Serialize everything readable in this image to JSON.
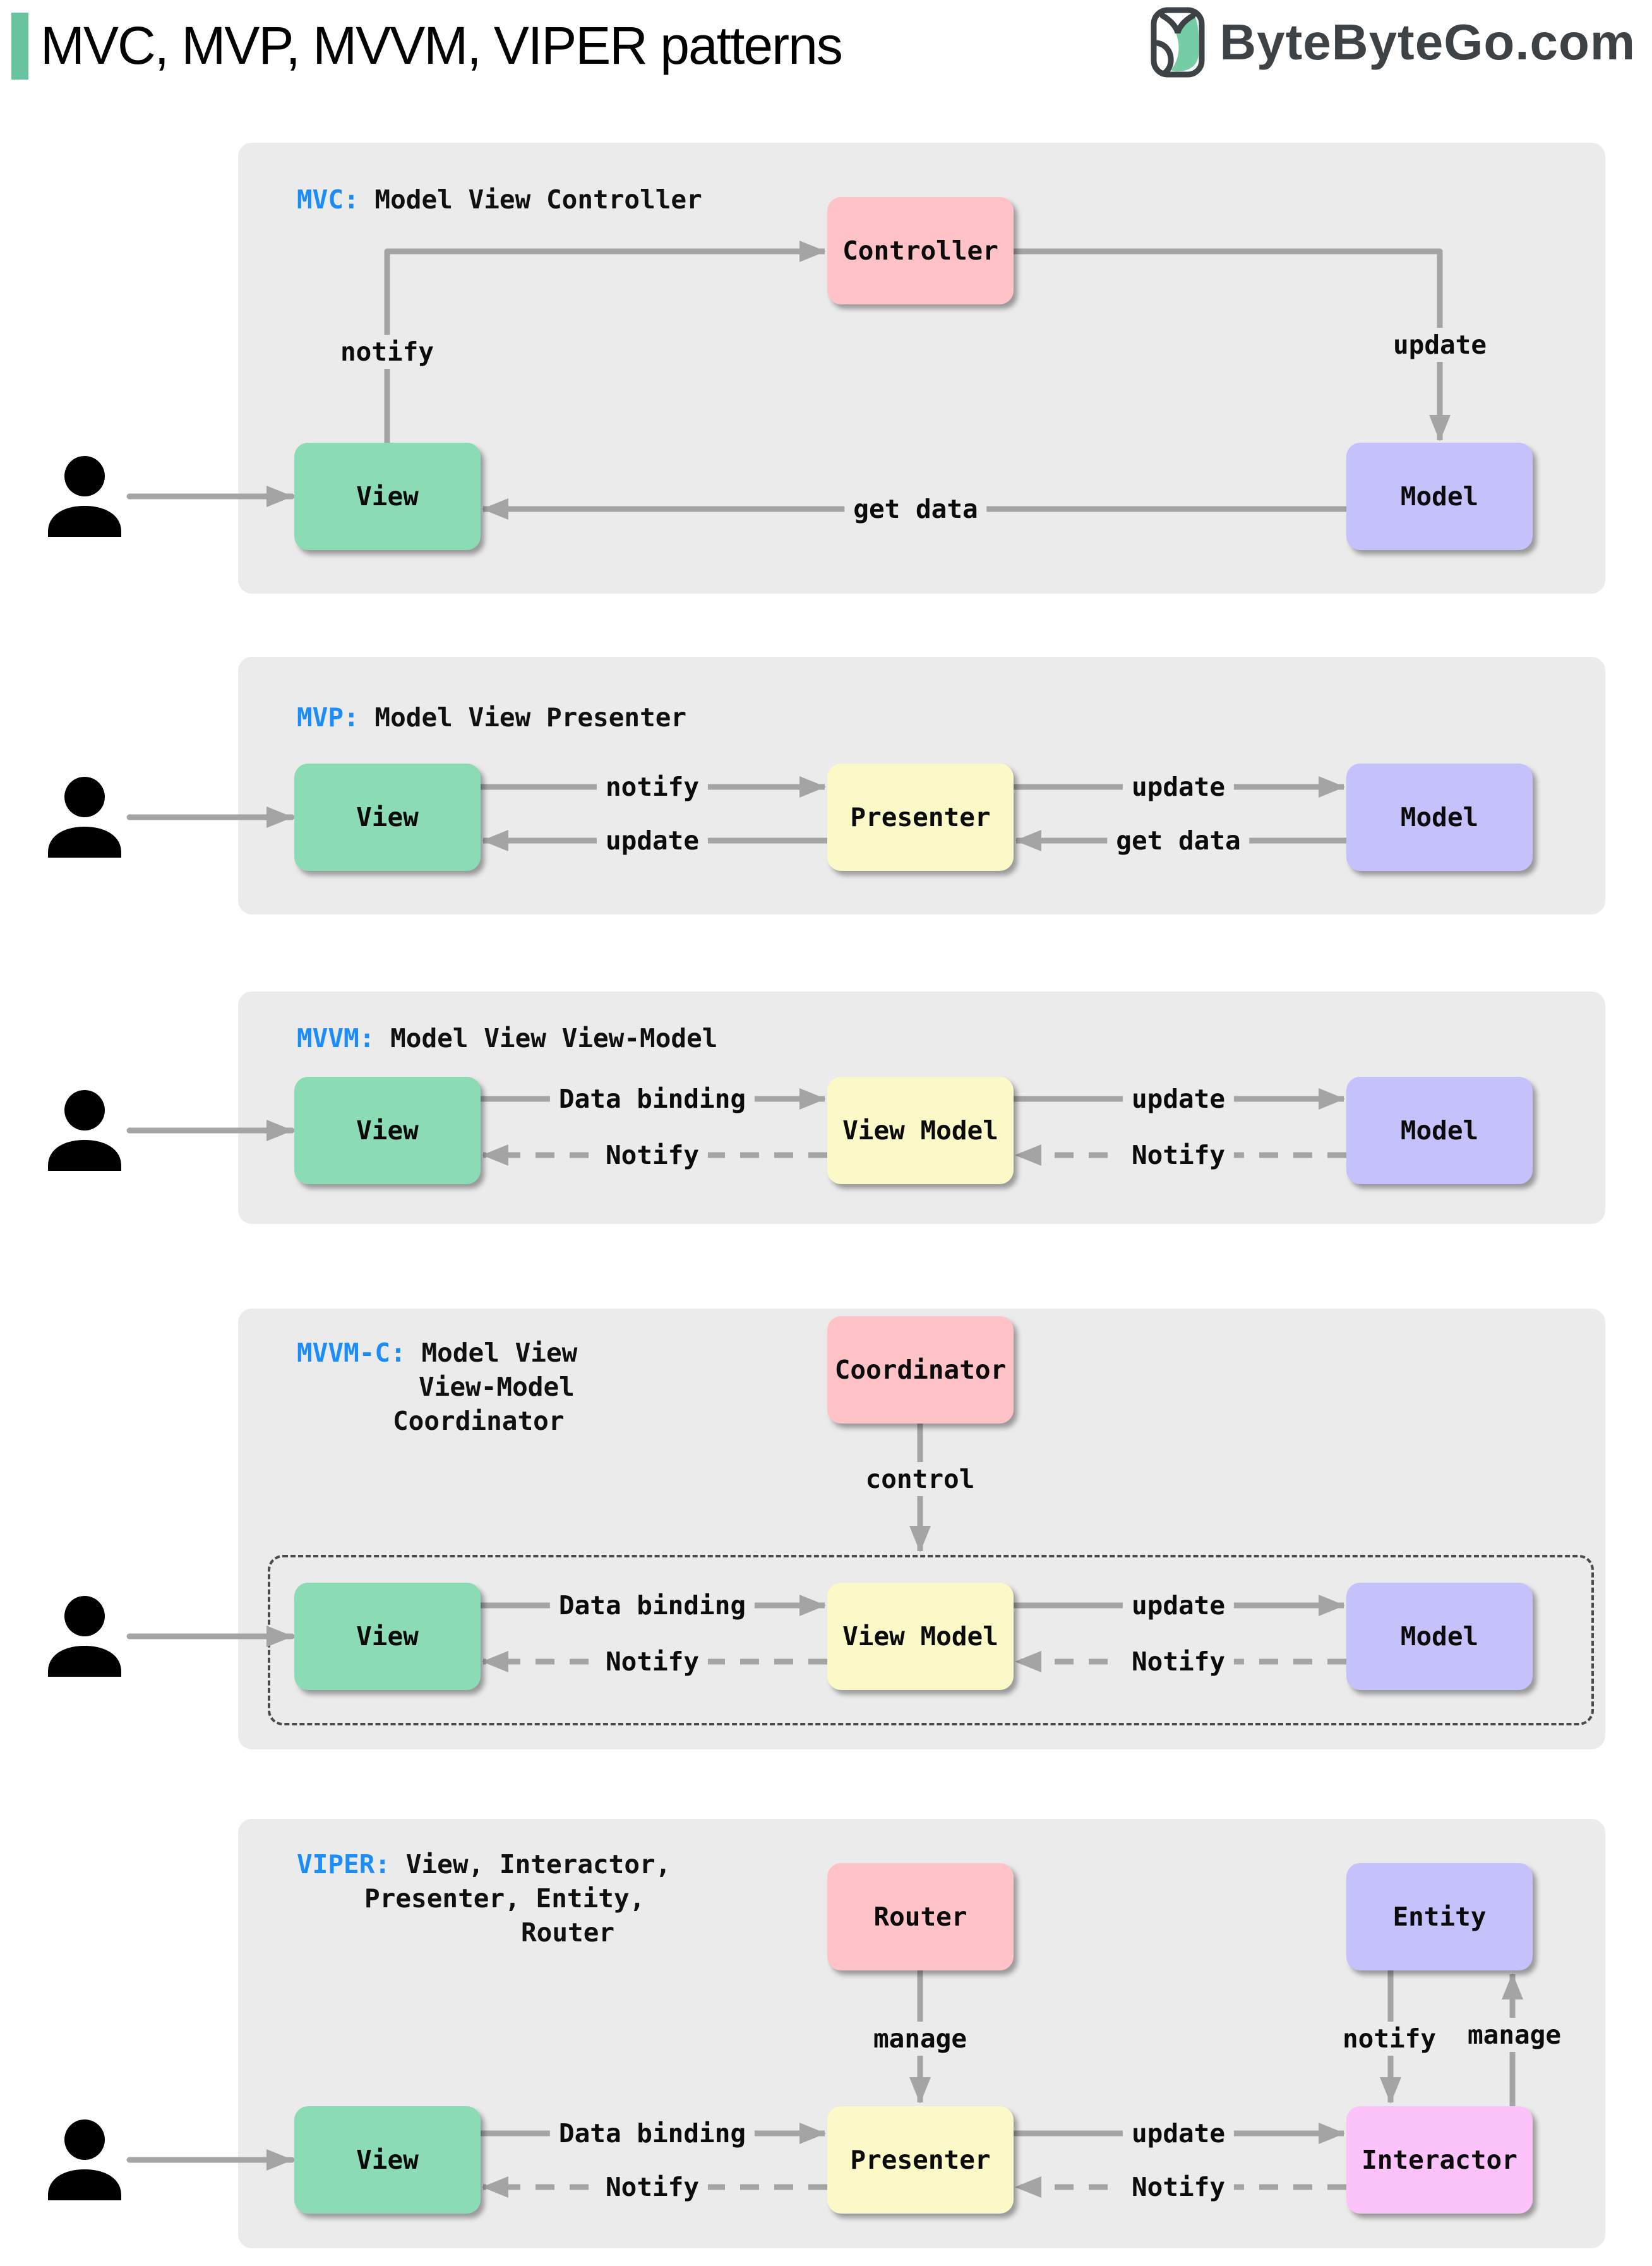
{
  "header": {
    "title": "MVC, MVP, MVVM, VIPER patterns",
    "brand": "ByteByteGo.com"
  },
  "colors": {
    "accent_green": "#68c49e",
    "abbr_blue": "#1b8cf8",
    "panel_gray": "#ebebeb",
    "arrow_gray": "#a4a4a4",
    "node_pink": "#ffc3c7",
    "node_green": "#8bdcb5",
    "node_purple": "#c4c1fb",
    "node_yellow": "#fbf9c8",
    "node_magenta": "#fcc3fa",
    "brand_dark": "#3d4247"
  },
  "sections": [
    {
      "abbr": "MVC:",
      "desc": " Model View Controller",
      "boxes": {
        "view": "View",
        "controller": "Controller",
        "model": "Model"
      },
      "labels": {
        "notify": "notify",
        "update": "update",
        "get_data": "get data"
      }
    },
    {
      "abbr": "MVP:",
      "desc": " Model View Presenter",
      "boxes": {
        "view": "View",
        "presenter": "Presenter",
        "model": "Model"
      },
      "labels": {
        "notify": "notify",
        "update_view": "update",
        "update_model": "update",
        "get_data": "get data"
      }
    },
    {
      "abbr": "MVVM:",
      "desc": " Model View View-Model",
      "boxes": {
        "view": "View",
        "view_model": "View Model",
        "model": "Model"
      },
      "labels": {
        "data_binding": "Data binding",
        "notify_view": "Notify",
        "update": "update",
        "notify_vm": "Notify"
      }
    },
    {
      "abbr": "MVVM-C:",
      "desc": " Model View",
      "desc_line2": "View-Model",
      "desc_line3": "Coordinator",
      "boxes": {
        "coordinator": "Coordinator",
        "view": "View",
        "view_model": "View Model",
        "model": "Model"
      },
      "labels": {
        "control": "control",
        "data_binding": "Data binding",
        "notify_view": "Notify",
        "update": "update",
        "notify_vm": "Notify"
      }
    },
    {
      "abbr": "VIPER:",
      "desc": " View, Interactor,",
      "desc_line2": "Presenter, Entity,",
      "desc_line3": "Router",
      "boxes": {
        "router": "Router",
        "entity": "Entity",
        "view": "View",
        "presenter": "Presenter",
        "interactor": "Interactor"
      },
      "labels": {
        "manage_router": "manage",
        "notify_entity": "notify",
        "manage_entity": "manage",
        "data_binding": "Data binding",
        "notify_view": "Notify",
        "update": "update",
        "notify_presenter": "Notify"
      }
    }
  ]
}
